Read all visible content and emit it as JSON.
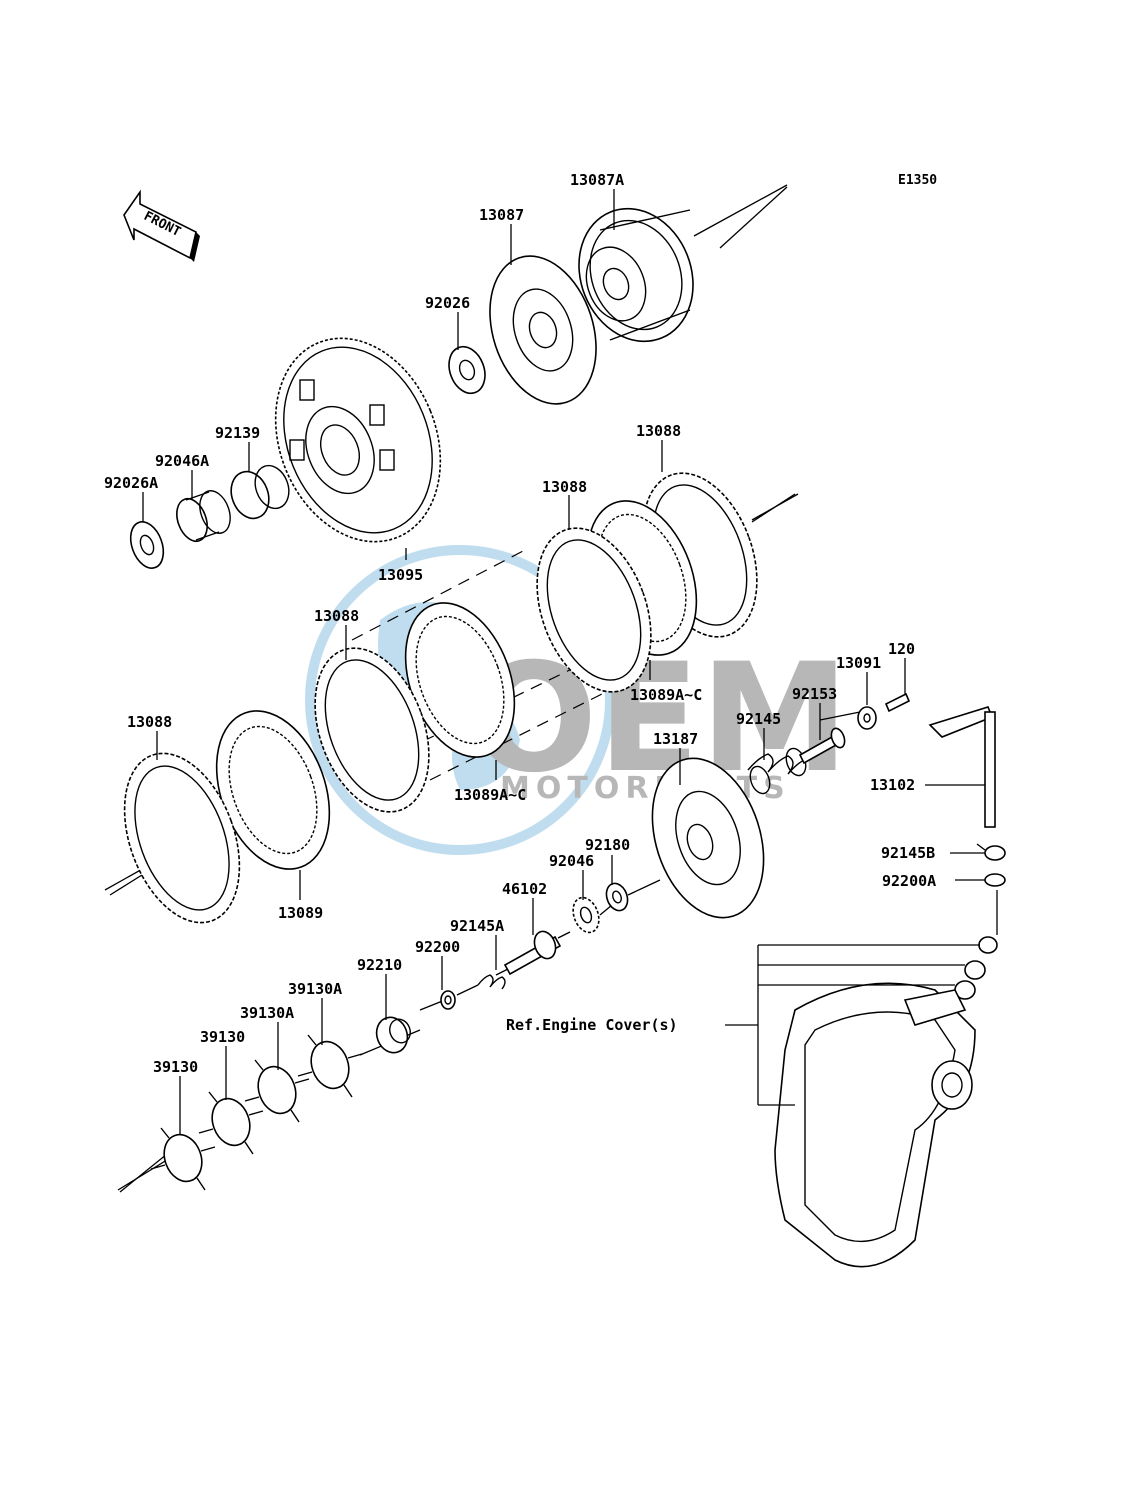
{
  "diagram_code": "E1350",
  "front_label": "FRONT",
  "watermark": {
    "brand": "OEM",
    "sub": "MOTORPARTS",
    "color": "#1e88c8"
  },
  "callouts": {
    "p13087A": "13087A",
    "p13087": "13087",
    "p92026": "92026",
    "p92139": "92139",
    "p92046A": "92046A",
    "p92026A": "92026A",
    "p13095": "13095",
    "p13088_top": "13088",
    "p13088_mid": "13088",
    "p13088_left": "13088",
    "p13088_far": "13088",
    "p13089AC_right": "13089A~C",
    "p13089AC_mid": "13089A~C",
    "p13089": "13089",
    "p13187": "13187",
    "p92145": "92145",
    "p92153": "92153",
    "p13091": "13091",
    "p120": "120",
    "p13102": "13102",
    "p92145B": "92145B",
    "p92200A": "92200A",
    "p92180": "92180",
    "p92046": "92046",
    "p46102": "46102",
    "p92145A": "92145A",
    "p92200": "92200",
    "p92210": "92210",
    "p39130A_1": "39130A",
    "p39130A_2": "39130A",
    "p39130_1": "39130",
    "p39130_2": "39130",
    "ref_engine_cover": "Ref.Engine Cover(s)"
  }
}
